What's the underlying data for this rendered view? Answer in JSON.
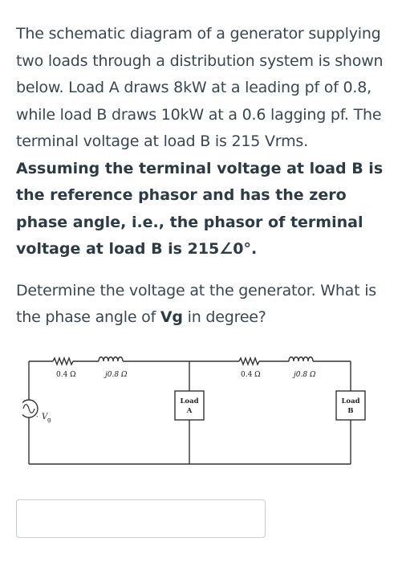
{
  "question": {
    "line1_plain": "The schematic diagram of a generator supplying two loads through a distribution system is shown below. Load A draws 8kW at a leading pf of 0.8, while load B draws 10kW at a 0.6 lagging pf. The terminal voltage at load B is 215 Vrms.",
    "line1_bold": "Assuming the terminal voltage at load B is the reference phasor and has the zero phase angle, i.e., the phasor of terminal voltage at load B is 215∠0°.",
    "part2_before": "Determine the voltage at the generator. What is the phase angle of ",
    "part2_bold": "Vg",
    "part2_after": " in degree?"
  },
  "circuit": {
    "r1_label": "0.4 Ω",
    "x1_label": "j0.8 Ω",
    "r2_label": "0.4 Ω",
    "x2_label": "j0.8 Ω",
    "load_a_line1": "Load",
    "load_a_line2": "A",
    "load_b_line1": "Load",
    "load_b_line2": "B",
    "source_label": "V",
    "source_sub": "g"
  },
  "answer": {
    "value": "",
    "placeholder": ""
  }
}
